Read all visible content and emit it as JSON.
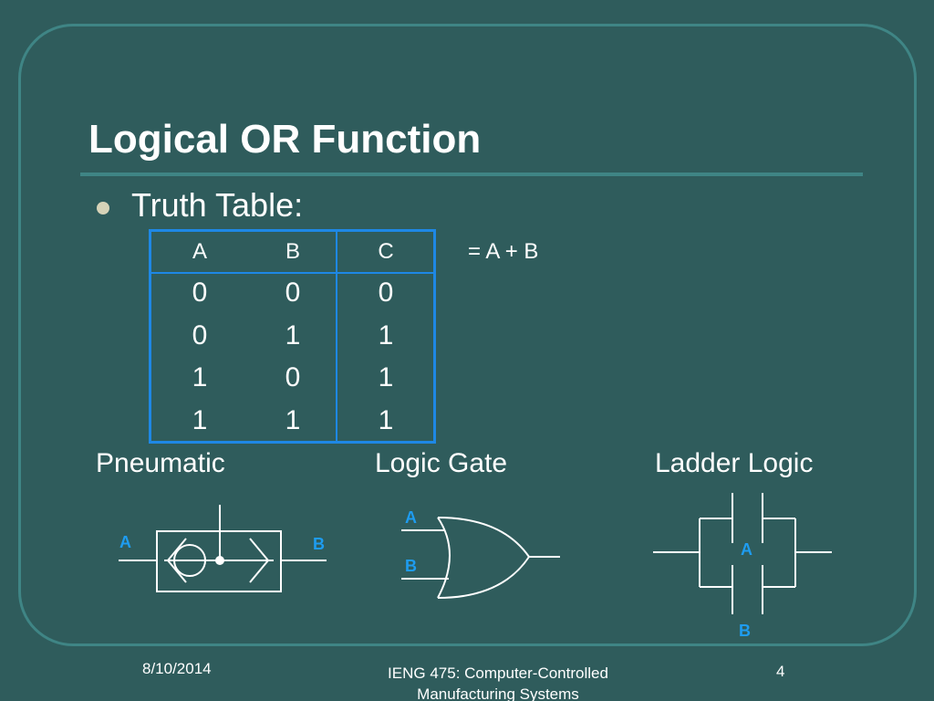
{
  "slide": {
    "title": "Logical OR Function",
    "bullet": "Truth Table:",
    "equation": "= A + B"
  },
  "truth_table": {
    "headers": [
      "A",
      "B",
      "C"
    ],
    "rows": [
      [
        "0",
        "0",
        "0"
      ],
      [
        "0",
        "1",
        "1"
      ],
      [
        "1",
        "0",
        "1"
      ],
      [
        "1",
        "1",
        "1"
      ]
    ]
  },
  "sections": {
    "pneumatic": "Pneumatic",
    "logic_gate": "Logic Gate",
    "ladder_logic": "Ladder Logic"
  },
  "diagrams": {
    "pneumatic": {
      "input_a": "A",
      "input_b": "B"
    },
    "logic_gate": {
      "input_a": "A",
      "input_b": "B"
    },
    "ladder": {
      "contact_a": "A",
      "contact_b": "B"
    }
  },
  "footer": {
    "date": "8/10/2014",
    "course_line1": "IENG 475: Computer-Controlled",
    "course_line2": "Manufacturing Systems",
    "page_number": "4"
  },
  "colors": {
    "background": "#2f5c5c",
    "frame": "#3f8585",
    "table_border": "#1e88e5",
    "label_accent": "#1e9cf0",
    "bullet": "#d6d3b8"
  }
}
